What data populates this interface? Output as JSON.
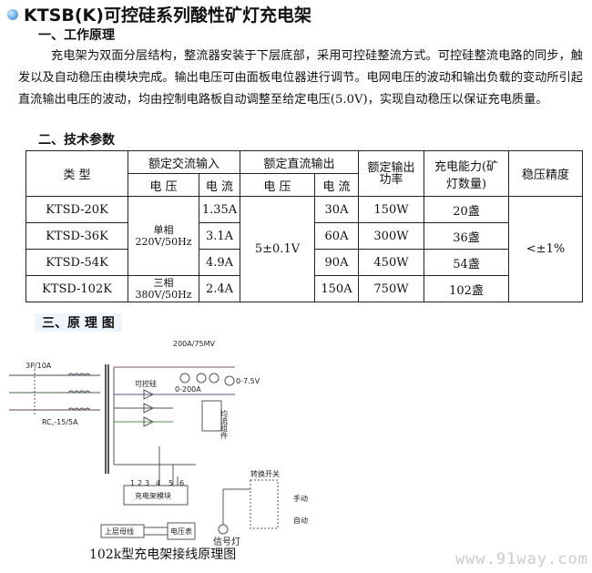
{
  "title": "KTSB(K)可控硅系列酸性矿灯充电架",
  "section1": "一、工作原理",
  "paragraph": "充电架为双面分层结构，整流器安装于下层底部，采用可控硅整流方式。可控硅整流电路的同步，触发以及自动稳压由模块完成。输出电压可由面板电位器进行调节。电网电压的波动和输出负载的变动所引起直流输出电压的波动，均由控制电路板自动调整至给定电压(5.0V)，实现自动稳压以保证充电质量。",
  "section2": "二、技术参数",
  "table": {
    "h_type": "类 型",
    "h_ac": "额定交流输入",
    "h_dc": "额定直流输出",
    "h_power": "额定输出功率",
    "h_capacity": "充电能力(矿灯数量)",
    "h_precision": "稳压精度",
    "h_voltage": "电 压",
    "h_current": "电 流",
    "ac_voltage_1": "单相 220V/50Hz",
    "ac_voltage_2": "三相 380V/50Hz",
    "dc_voltage": "5±0.1V",
    "precision": "<±1%",
    "rows": [
      {
        "type": "KTSD-20K",
        "ac_current": "1.35A",
        "dc_current": "30A",
        "power": "150W",
        "capacity": "20盏"
      },
      {
        "type": "KTSD-36K",
        "ac_current": "3.1A",
        "dc_current": "60A",
        "power": "300W",
        "capacity": "36盏"
      },
      {
        "type": "KTSD-54K",
        "ac_current": "4.9A",
        "dc_current": "90A",
        "power": "450W",
        "capacity": "54盏"
      },
      {
        "type": "KTSD-102K",
        "ac_current": "2.4A",
        "dc_current": "150A",
        "power": "750W",
        "capacity": "102盏"
      }
    ]
  },
  "section3": "三、原  理  图",
  "diagram": {
    "breaker": "3P/10A",
    "rc": "RC,-15/5A",
    "shunt": "200A/75MV",
    "scr": "可控硅",
    "ammeter_range": "0-200A",
    "voltmeter_range": "0-7.5V",
    "balance": "均流组件",
    "module": "充电架模块",
    "pins": [
      "1",
      "2",
      "3",
      "4",
      "5",
      "6"
    ],
    "switch": "转换开关",
    "manual": "手动",
    "auto": "自动",
    "bus": "上层母线",
    "voltmeter": "电压表",
    "lamp": "信号灯"
  },
  "caption": "102k型充电架接线原理图",
  "watermark": "www.91way.com"
}
